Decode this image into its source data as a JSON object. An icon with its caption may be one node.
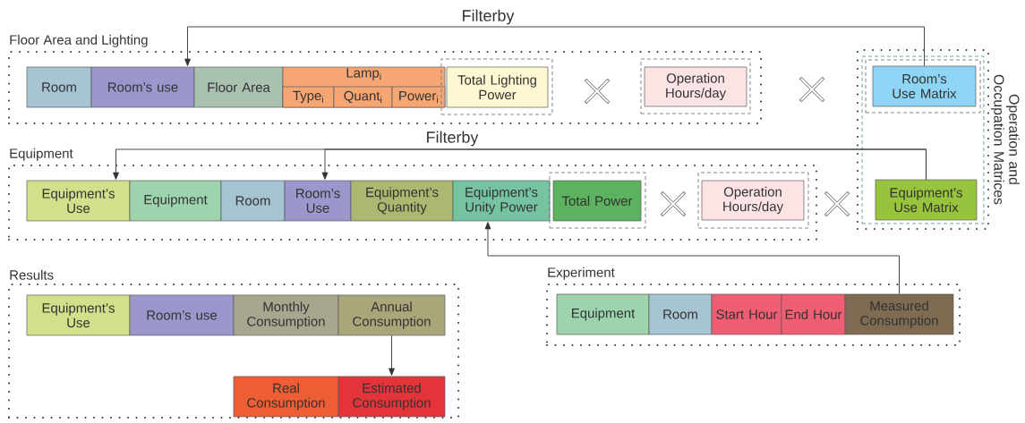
{
  "diagram": {
    "nodes": [
      {
        "text": [
          "Floor Area and Lighting"
        ]
      },
      {
        "text": [
          "Room"
        ],
        "in": 0
      },
      {
        "text": [
          "Room’s use"
        ],
        "in": 0
      },
      {
        "text": [
          "Floor Area"
        ],
        "in": 0
      },
      {
        "text": [
          "Lamp$_{i}$"
        ],
        "in": 0
      },
      {
        "text": [
          "Type$_{i}$"
        ],
        "in": 4
      },
      {
        "text": [
          "Quant$_{i}$"
        ],
        "in": 4
      },
      {
        "text": [
          "Power$_{i}$"
        ],
        "in": 4
      },
      {
        "text": [],
        "shape": "box",
        "in": 0
      },
      {
        "text": [
          "Total Lighting Power"
        ],
        "in": 8
      },
      {
        "text": [],
        "shape": "box",
        "in": 0
      },
      {
        "text": [
          "Operation Hours/day"
        ],
        "in": 10
      },
      {
        "text": [
          "Operation and Occupation Matrices"
        ]
      },
      {
        "text": [],
        "shape": "box",
        "in": 12
      },
      {
        "text": [],
        "shape": "box",
        "in": 13
      },
      {
        "text": [
          "Room’s Use Matrix"
        ],
        "in": 14
      },
      {
        "text": [
          "Equipment’s Use Matrix"
        ],
        "in": 13
      },
      {
        "text": [
          "Equipment"
        ]
      },
      {
        "text": [
          "Equipment’s Use"
        ],
        "in": 17
      },
      {
        "text": [
          "Equipment"
        ],
        "in": 17
      },
      {
        "text": [
          "Room"
        ],
        "in": 17
      },
      {
        "text": [
          "Room’s Use"
        ],
        "in": 17
      },
      {
        "text": [
          "Equipment’s Quantity"
        ],
        "in": 17
      },
      {
        "text": [
          "Equipment’s Unity Power"
        ],
        "in": 17
      },
      {
        "text": [],
        "shape": "box",
        "in": 17
      },
      {
        "text": [
          "Total Power"
        ],
        "in": 24
      },
      {
        "text": [],
        "shape": "box",
        "in": 17
      },
      {
        "text": [
          "Operation Hours/day"
        ],
        "in": 26
      },
      {
        "text": [
          "Results"
        ]
      },
      {
        "text": [
          "Equipment’s Use"
        ],
        "in": 28
      },
      {
        "text": [
          "Room’s use"
        ],
        "in": 28
      },
      {
        "text": [
          "Monthly Consumption"
        ],
        "in": 28
      },
      {
        "text": [
          "Annual Consumption"
        ],
        "in": 28
      },
      {
        "text": [
          "Real Consumption"
        ],
        "in": 28
      },
      {
        "text": [
          "Estimated Consumption"
        ],
        "in": 28
      },
      {
        "text": [
          "Experiment"
        ]
      },
      {
        "text": [
          "Equipment"
        ],
        "in": 35
      },
      {
        "text": [
          "Room"
        ],
        "in": 35
      },
      {
        "text": [
          "Start Hour"
        ],
        "in": 35
      },
      {
        "text": [
          "End Hour"
        ],
        "in": 35
      },
      {
        "text": [
          "Measured Consumption"
        ],
        "in": 35
      }
    ],
    "edges": [
      {
        "from": 15,
        "to": 2,
        "arrow": "to",
        "label": "Filterby"
      },
      {
        "from": 16,
        "to": 18,
        "arrow": "to",
        "label": "Filterby"
      },
      {
        "from": 16,
        "to": 21,
        "arrow": "to"
      },
      {
        "from": 40,
        "to": 23,
        "arrow": "to"
      },
      {
        "from": 32,
        "to": 34,
        "arrow": "to"
      }
    ]
  }
}
